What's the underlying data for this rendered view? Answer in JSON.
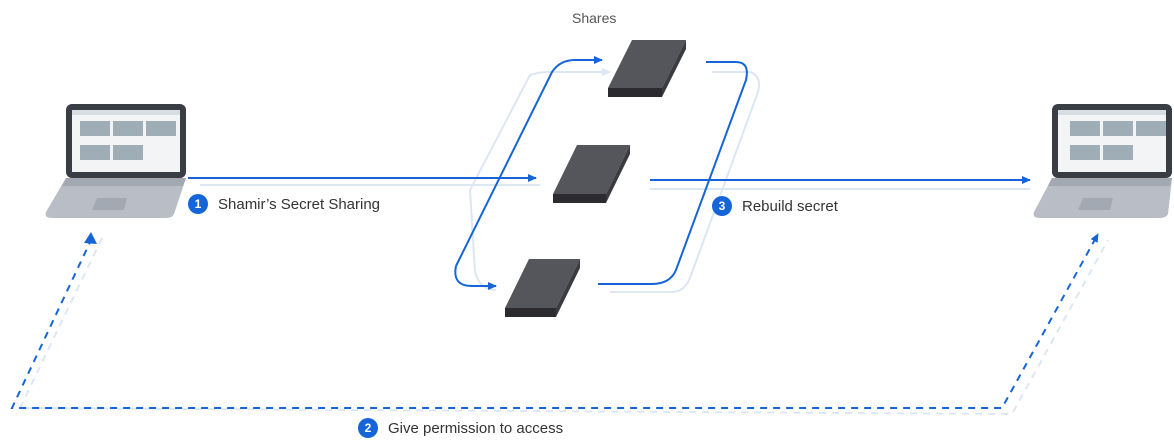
{
  "diagram": {
    "shares_title": "Shares",
    "steps": [
      {
        "number": "1",
        "label": "Shamir’s Secret Sharing"
      },
      {
        "number": "2",
        "label": "Give permission to access"
      },
      {
        "number": "3",
        "label": "Rebuild secret"
      }
    ],
    "nodes": [
      "sender-laptop",
      "share-1",
      "share-2",
      "share-3",
      "receiver-laptop"
    ],
    "colors": {
      "flow": "#1565d8",
      "ghost": "#dde7f3",
      "share_top": "#55555c",
      "share_side": "#2b2b30",
      "laptop_frame": "#3a3d44",
      "laptop_body": "#b9bec6",
      "screen_block": "#9eadb6"
    }
  }
}
